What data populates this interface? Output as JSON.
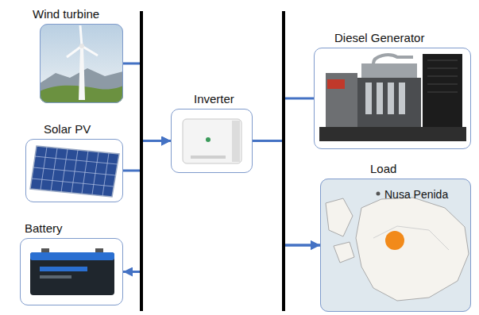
{
  "diagram": {
    "nodes": [
      {
        "text": [
          "Wind turbine"
        ]
      },
      {
        "text": [
          "Solar PV"
        ]
      },
      {
        "text": [
          "Battery"
        ]
      },
      {
        "text": [
          "Inverter"
        ]
      },
      {
        "text": [
          "Diesel Generator"
        ]
      },
      {
        "text": [
          "Load",
          "Nusa Penida"
        ]
      }
    ],
    "edges": [
      {
        "from": 0,
        "to": 3,
        "arrow": "to"
      },
      {
        "from": 1,
        "to": 3,
        "arrow": "to"
      },
      {
        "from": 2,
        "to": 3,
        "arrow": "both"
      },
      {
        "from": 3,
        "to": 5,
        "arrow": "to"
      },
      {
        "from": 4,
        "to": 5,
        "arrow": "to"
      }
    ]
  }
}
